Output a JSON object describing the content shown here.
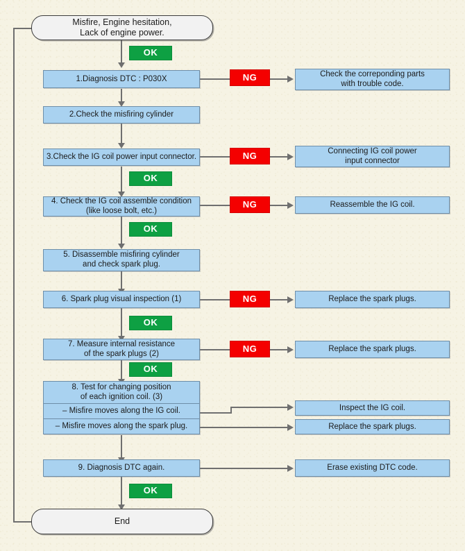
{
  "diagram": {
    "title": "Misfire / Engine hesitation diagnosis flowchart",
    "colors": {
      "background": "#f6f3e4",
      "step_box": "#a9d2f0",
      "terminal_box": "#f2f2f2",
      "ok_badge": "#0ea043",
      "ng_badge": "#f40000",
      "connector": "#6f6f6f",
      "text": "#1b1b1b"
    },
    "badges": {
      "ok": "OK",
      "ng": "NG"
    },
    "start": {
      "line1": "Misfire, Engine hesitation,",
      "line2": "Lack of engine power."
    },
    "end": {
      "label": "End"
    },
    "steps": [
      {
        "id": "step1",
        "label": "1.Diagnosis DTC : P030X"
      },
      {
        "id": "step2",
        "label": "2.Check the misfiring cylinder"
      },
      {
        "id": "step3",
        "label": "3.Check the IG coil power input connector."
      },
      {
        "id": "step4",
        "line1": "4. Check the IG coil assemble condition",
        "line2": "(like loose bolt, etc.)"
      },
      {
        "id": "step5",
        "line1": "5. Disassemble misfiring cylinder",
        "line2": "and check spark plug."
      },
      {
        "id": "step6",
        "label": "6. Spark plug visual inspection (1)"
      },
      {
        "id": "step7",
        "line1": "7. Measure internal resistance",
        "line2": "of the spark plugs (2)"
      },
      {
        "id": "step8",
        "line1": "8. Test for changing position",
        "line2": "of each ignition coil. (3)"
      },
      {
        "id": "step8a",
        "label": "– Misfire moves along the IG coil."
      },
      {
        "id": "step8b",
        "label": "– Misfire moves along the spark plug."
      },
      {
        "id": "step9",
        "label": "9. Diagnosis DTC again."
      }
    ],
    "results": [
      {
        "id": "result1",
        "line1": "Check the correponding parts",
        "line2": "with trouble code."
      },
      {
        "id": "result3",
        "line1": "Connecting IG coil power",
        "line2": "input connector"
      },
      {
        "id": "result4",
        "label": "Reassemble the IG coil."
      },
      {
        "id": "result6",
        "label": "Replace the spark plugs."
      },
      {
        "id": "result7",
        "label": "Replace the spark plugs."
      },
      {
        "id": "result8a",
        "label": "Inspect the IG coil."
      },
      {
        "id": "result8b",
        "label": "Replace the spark plugs."
      },
      {
        "id": "result9",
        "label": "Erase existing DTC code."
      }
    ]
  }
}
